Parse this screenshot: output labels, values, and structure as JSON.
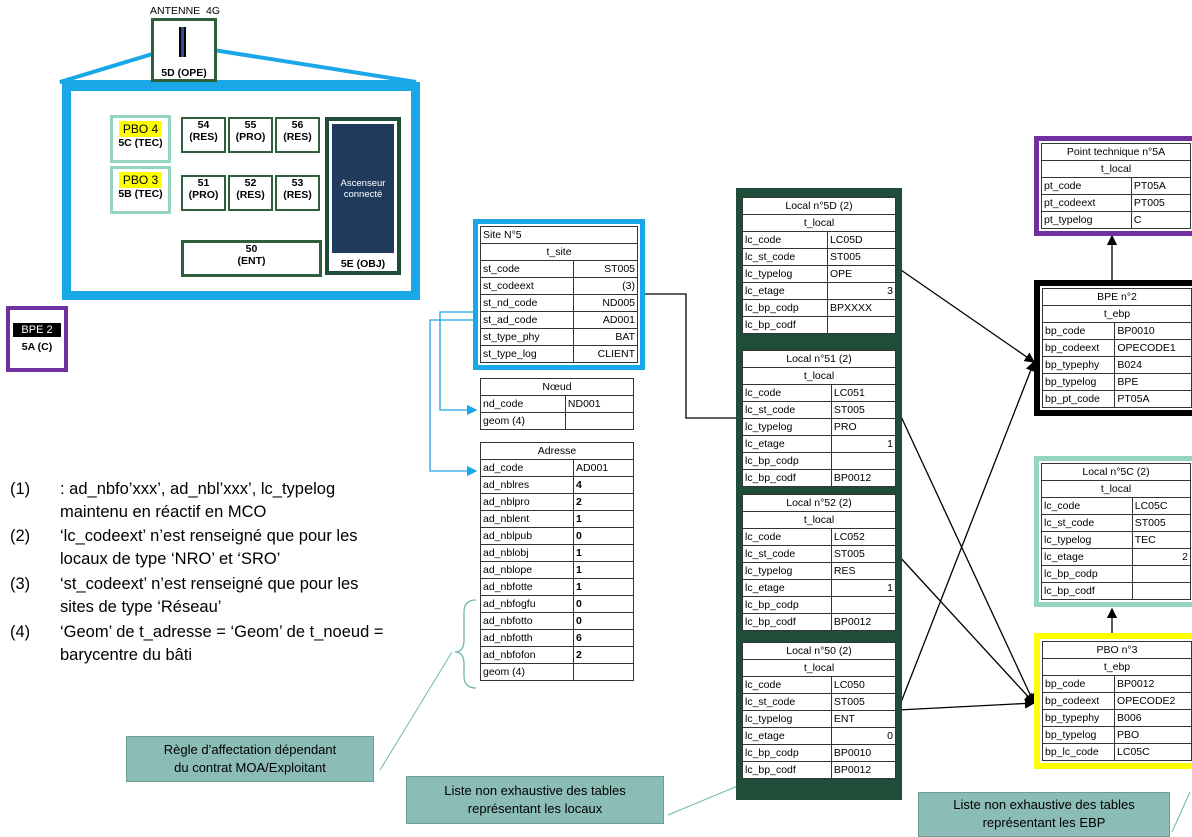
{
  "building": {
    "antenna_label": "ANTENNE  4G",
    "antenna_room": "5D (OPE)",
    "pbo4": {
      "name": "PBO 4",
      "code": "5C (TEC)"
    },
    "pbo3": {
      "name": "PBO 3",
      "code": "5B (TEC)"
    },
    "rooms": [
      {
        "num": "54",
        "type": "(RES)"
      },
      {
        "num": "55",
        "type": "(PRO)"
      },
      {
        "num": "56",
        "type": "(RES)"
      },
      {
        "num": "51",
        "type": "(PRO)"
      },
      {
        "num": "52",
        "type": "(RES)"
      },
      {
        "num": "53",
        "type": "(RES)"
      }
    ],
    "ent": {
      "num": "50",
      "type": "(ENT)"
    },
    "elevator": {
      "label": "Ascenseur connecté",
      "code": "5E (OBJ)"
    }
  },
  "bpe2": {
    "name": "BPE 2",
    "code": "5A (C)"
  },
  "notes": [
    {
      "num": "(1)",
      "text": ": ad_nbfo’xxx’, ad_nbl’xxx’, lc_typelog maintenu en réactif en MCO"
    },
    {
      "num": "(2)",
      "text": "‘lc_codeext’ n’est renseigné que pour les locaux de type ‘NRO’ et ‘SRO’"
    },
    {
      "num": "(3)",
      "text": "‘st_codeext’ n’est renseigné que pour les sites de type ‘Réseau’"
    },
    {
      "num": "(4)",
      "text": "‘Geom’ de t_adresse = ‘Geom’ de t_noeud = barycentre du bâti"
    }
  ],
  "callouts": {
    "rule": "Règle d’affectation dépendant du contrat MOA/Exploitant",
    "locaux": "Liste non exhaustive des tables représentant les locaux",
    "ebp": "Liste non exhaustive des tables représentant les EBP"
  },
  "site": {
    "title": "Site N°5",
    "table": "t_site",
    "rows": [
      [
        "st_code",
        "ST005"
      ],
      [
        "st_codeext",
        "(3)"
      ],
      [
        "st_nd_code",
        "ND005"
      ],
      [
        "st_ad_code",
        "AD001"
      ],
      [
        "st_type_phy",
        "BAT"
      ],
      [
        "st_type_log",
        "CLIENT"
      ]
    ]
  },
  "noeud": {
    "title": "Nœud",
    "rows": [
      [
        "nd_code",
        "ND001"
      ],
      [
        "geom (4)",
        ""
      ]
    ]
  },
  "adresse": {
    "title": "Adresse",
    "rows": [
      [
        "ad_code",
        "AD001"
      ],
      [
        "ad_nblres",
        "4"
      ],
      [
        "ad_nblpro",
        "2"
      ],
      [
        "ad_nblent",
        "1"
      ],
      [
        "ad_nblpub",
        "0"
      ],
      [
        "ad_nblobj",
        "1"
      ],
      [
        "ad_nblope",
        "1"
      ],
      [
        "ad_nbfotte",
        "1"
      ],
      [
        "ad_nbfogfu",
        "0"
      ],
      [
        "ad_nbfotto",
        "0"
      ],
      [
        "ad_nbfotth",
        "6"
      ],
      [
        "ad_nbfofon",
        "2"
      ],
      [
        "geom (4)",
        ""
      ]
    ]
  },
  "locals": [
    {
      "title": "Local n°5D (2)",
      "table": "t_local",
      "rows": [
        [
          "lc_code",
          "LC05D"
        ],
        [
          "lc_st_code",
          "ST005"
        ],
        [
          "lc_typelog",
          "OPE"
        ],
        [
          "lc_etage",
          "3"
        ],
        [
          "lc_bp_codp",
          "BPXXXX"
        ],
        [
          "lc_bp_codf",
          ""
        ]
      ]
    },
    {
      "title": "Local n°51  (2)",
      "table": "t_local",
      "rows": [
        [
          "lc_code",
          "LC051"
        ],
        [
          "lc_st_code",
          "ST005"
        ],
        [
          "lc_typelog",
          "PRO"
        ],
        [
          "lc_etage",
          "1"
        ],
        [
          "lc_bp_codp",
          ""
        ],
        [
          "lc_bp_codf",
          "BP0012"
        ]
      ]
    },
    {
      "title": "Local n°52  (2)",
      "table": "t_local",
      "rows": [
        [
          "lc_code",
          "LC052"
        ],
        [
          "lc_st_code",
          "ST005"
        ],
        [
          "lc_typelog",
          "RES"
        ],
        [
          "lc_etage",
          "1"
        ],
        [
          "lc_bp_codp",
          ""
        ],
        [
          "lc_bp_codf",
          "BP0012"
        ]
      ]
    },
    {
      "title": "Local n°50  (2)",
      "table": "t_local",
      "rows": [
        [
          "lc_code",
          "LC050"
        ],
        [
          "lc_st_code",
          "ST005"
        ],
        [
          "lc_typelog",
          "ENT"
        ],
        [
          "lc_etage",
          "0"
        ],
        [
          "lc_bp_codp",
          "BP0010"
        ],
        [
          "lc_bp_codf",
          "BP0012"
        ]
      ]
    }
  ],
  "pt5a": {
    "title": "Point technique n°5A",
    "table": "t_local",
    "rows": [
      [
        "pt_code",
        "PT05A"
      ],
      [
        "pt_codeext",
        "PT005"
      ],
      [
        "pt_typelog",
        "C"
      ]
    ]
  },
  "bpe_n2": {
    "title": "BPE n°2",
    "table": "t_ebp",
    "rows": [
      [
        "bp_code",
        "BP0010"
      ],
      [
        "bp_codeext",
        "OPECODE1"
      ],
      [
        "bp_typephy",
        "B024"
      ],
      [
        "bp_typelog",
        "BPE"
      ],
      [
        "bp_pt_code",
        "PT05A"
      ]
    ]
  },
  "local5c": {
    "title": "Local n°5C  (2)",
    "table": "t_local",
    "rows": [
      [
        "lc_code",
        "LC05C"
      ],
      [
        "lc_st_code",
        "ST005"
      ],
      [
        "lc_typelog",
        "TEC"
      ],
      [
        "lc_etage",
        "2"
      ],
      [
        "lc_bp_codp",
        ""
      ],
      [
        "lc_bp_codf",
        ""
      ]
    ]
  },
  "pbo_n3": {
    "title": "PBO n°3",
    "table": "t_ebp",
    "rows": [
      [
        "bp_code",
        "BP0012"
      ],
      [
        "bp_codeext",
        "OPECODE2"
      ],
      [
        "bp_typephy",
        "B006"
      ],
      [
        "bp_typelog",
        "PBO"
      ],
      [
        "bp_lc_code",
        "LC05C"
      ]
    ]
  },
  "colors": {
    "site_border": "#1aa7e8",
    "local_border": "#1e4d3a",
    "pt_border": "#7030a0",
    "bpe_border": "#000000",
    "local5c_border": "#93d5c0",
    "pbo_border": "#ffff00",
    "callout": "#8bbcb6"
  }
}
